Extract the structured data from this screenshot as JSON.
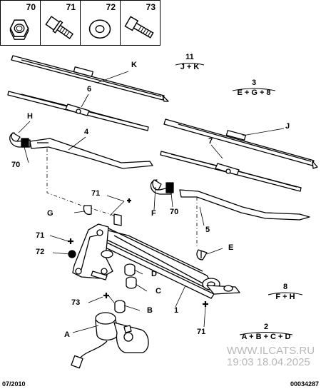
{
  "hardware": [
    {
      "num": "70",
      "icon": "hex-nut"
    },
    {
      "num": "71",
      "icon": "flanged-bolt"
    },
    {
      "num": "72",
      "icon": "flat-washer"
    },
    {
      "num": "73",
      "icon": "hex-bolt"
    }
  ],
  "callouts": {
    "K": "K",
    "J": "J",
    "H": "H",
    "F": "F",
    "G": "G",
    "E": "E",
    "D": "D",
    "C": "C",
    "B": "B",
    "A": "A",
    "n6": "6",
    "n4": "4",
    "n7": "7",
    "n5": "5",
    "n1": "1",
    "n70a": "70",
    "n70b": "70",
    "n71a": "71",
    "n71b": "71",
    "n71c": "71",
    "n72": "72",
    "n73": "73"
  },
  "formulas": {
    "f11": {
      "num": "11",
      "sum": "J + K"
    },
    "f3": {
      "num": "3",
      "sum": "E + G + 8"
    },
    "f8": {
      "num": "8",
      "sum": "F + H"
    },
    "f2": {
      "num": "2",
      "sum": "A + B + C + D"
    }
  },
  "footer": {
    "date": "07/2010",
    "ref": "00034287"
  },
  "watermark": {
    "line1": "WWW.ILCATS.RU",
    "line2": "19:03 18.04.2025"
  }
}
